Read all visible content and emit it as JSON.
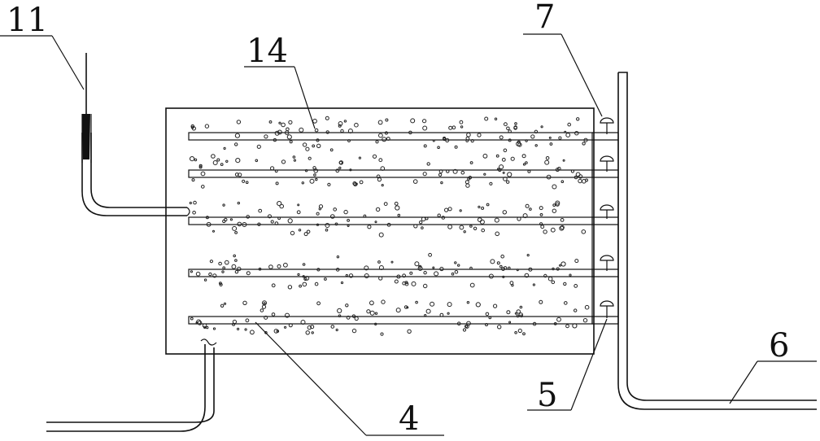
{
  "labels": {
    "l11": "11",
    "l14": "14",
    "l7": "7",
    "l6": "6",
    "l5": "5",
    "l4": "4"
  },
  "tubes": {
    "count": 5,
    "valves_per_tube": 1
  },
  "colors": {
    "line": "#111111",
    "background": "#ffffff"
  }
}
